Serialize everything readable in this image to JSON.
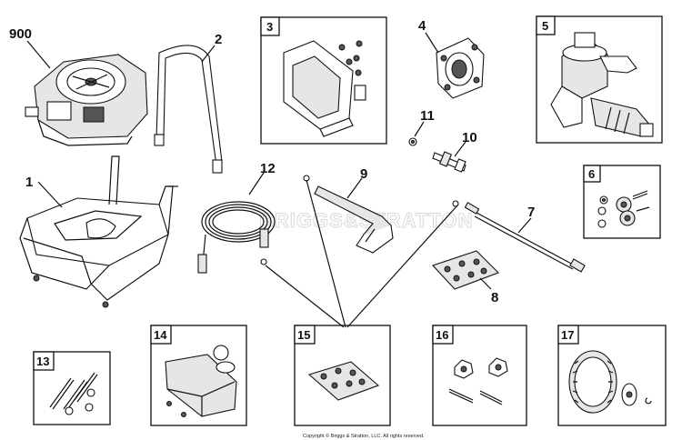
{
  "labels": {
    "engine": "900",
    "frame": "1",
    "handle": "2",
    "control_panel_kit": "3",
    "pump_mount": "4",
    "pump": "5",
    "kit_6": "6",
    "lance": "7",
    "hardware_kit_8": "8",
    "spray_gun": "9",
    "connector_10": "10",
    "nut_11": "11",
    "hose": "12",
    "kit_13": "13",
    "fuel_tank_kit": "14",
    "kit_15": "15",
    "kit_16": "16",
    "wheel_kit": "17"
  },
  "watermark": "BRIGGS&STRATTON",
  "copyright": "Copyright © Briggs & Stratton, LLC. All rights reserved."
}
